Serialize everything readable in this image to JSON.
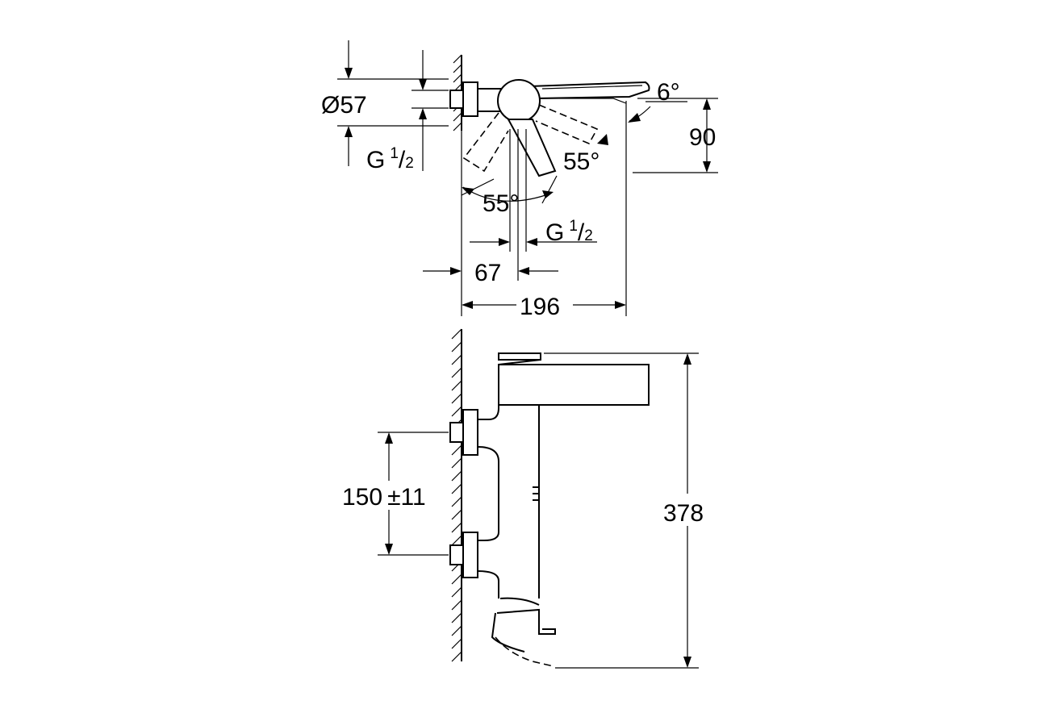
{
  "top_view": {
    "diameter": {
      "symbol": "Ø",
      "value": "57"
    },
    "thread_left": {
      "prefix": "G",
      "num": "1",
      "sep": "/",
      "den": "2"
    },
    "thread_bottom": {
      "prefix": "G",
      "num": "1",
      "sep": "/",
      "den": "2"
    },
    "angle_spout": "6°",
    "angle_right": "55°",
    "angle_left": "55°",
    "height": "90",
    "offset": "67",
    "depth": "196"
  },
  "front_view": {
    "connection_spacing": {
      "value": "150",
      "tolerance": "±11"
    },
    "total_height": "378"
  }
}
